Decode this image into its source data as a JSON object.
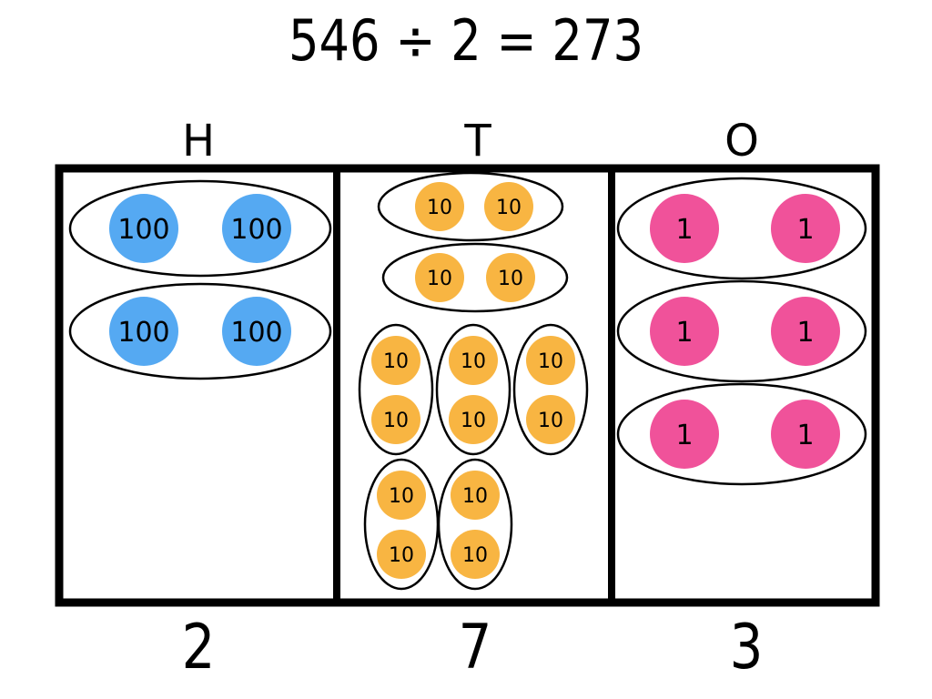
{
  "equation": "546 ÷ 2 = 273",
  "columns": [
    {
      "header": "H",
      "result": "2",
      "disc_label": "100",
      "disc_color": "#55A9F2",
      "groups": 2,
      "per_group": 2
    },
    {
      "header": "T",
      "result": "7",
      "disc_label": "10",
      "disc_color": "#F8B542",
      "groups": 7,
      "per_group": 2
    },
    {
      "header": "O",
      "result": "3",
      "disc_label": "1",
      "disc_color": "#F0529A",
      "groups": 3,
      "per_group": 2
    }
  ]
}
